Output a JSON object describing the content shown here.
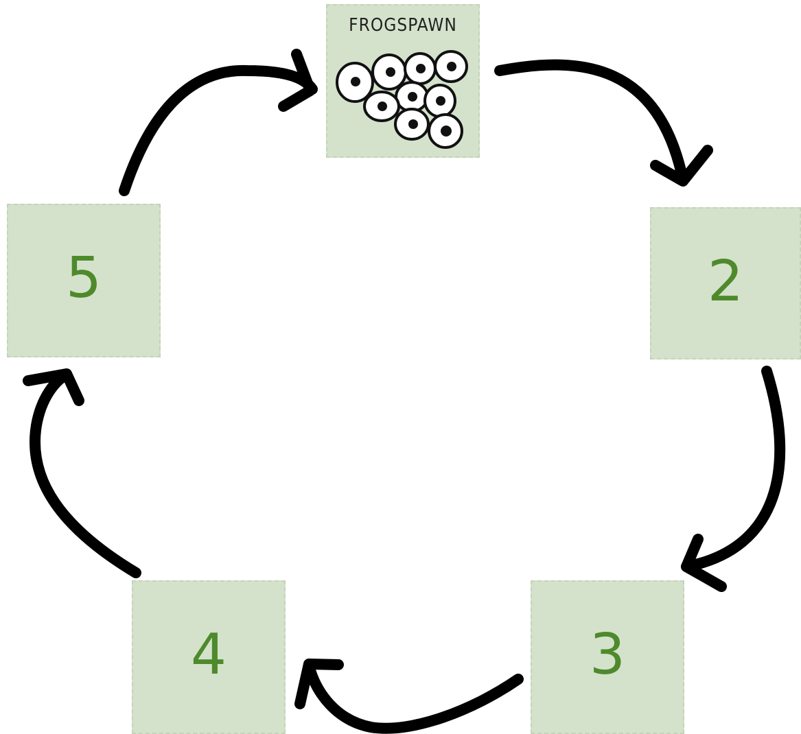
{
  "stages": [
    {
      "id": "frogspawn",
      "label": "FROGSPAWN"
    },
    {
      "id": "stage-2",
      "label": "2"
    },
    {
      "id": "stage-3",
      "label": "3"
    },
    {
      "id": "stage-4",
      "label": "4"
    },
    {
      "id": "stage-5",
      "label": "5"
    }
  ],
  "colors": {
    "box_fill": "#d4e2cb",
    "box_border": "#c2d4b8",
    "number": "#4e8a2c",
    "arrow": "#000000"
  },
  "icons": {
    "frogspawn": "frogspawn-eggs-icon"
  }
}
